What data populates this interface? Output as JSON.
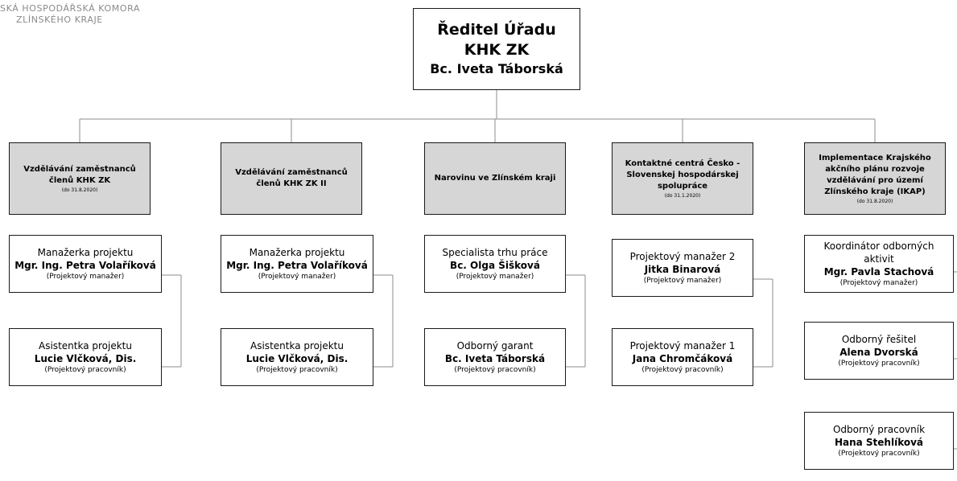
{
  "logo": {
    "line1": "SKÁ HOSPODÁŘSKÁ KOMORA",
    "line2": "ZLÍNSKÉHO KRAJE"
  },
  "director": {
    "title": "Ředitel Úřadu KHK ZK",
    "name": "Bc. Iveta Táborská"
  },
  "projects": [
    {
      "name": "Vzdělávání zaměstnanců členů KHK ZK",
      "date": "(do 31.8.2020)",
      "staff": [
        {
          "role": "Manažerka projektu",
          "name": "Mgr. Ing.  Petra Volaříková",
          "position": "(Projektový manažer)"
        },
        {
          "role": "Asistentka projektu",
          "name": "Lucie Vlčková, Dis.",
          "position": "(Projektový pracovník)"
        }
      ]
    },
    {
      "name": "Vzdělávání zaměstnanců členů KHK ZK II",
      "date": "",
      "staff": [
        {
          "role": "Manažerka projektu",
          "name": "Mgr. Ing.  Petra Volaříková",
          "position": "(Projektový manažer)"
        },
        {
          "role": "Asistentka projektu",
          "name": "Lucie Vlčková, Dis.",
          "position": "(Projektový pracovník)"
        }
      ]
    },
    {
      "name": "Narovinu ve Zlínském kraji",
      "date": "",
      "staff": [
        {
          "role": "Specialista trhu práce",
          "name": "Bc. Olga Šišková",
          "position": "(Projektový manažer)"
        },
        {
          "role": "Odborný garant",
          "name": "Bc. Iveta Táborská",
          "position": "(Projektový pracovník)"
        }
      ]
    },
    {
      "name": "Kontaktné centrá Česko - Slovenskej hospodárskej spolupráce",
      "date": "(do 31.1.2020)",
      "staff": [
        {
          "role": "Projektový manažer 2",
          "name": "Jitka Binarová",
          "position": "(Projektový manažer)"
        },
        {
          "role": "Projektový manažer 1",
          "name": "Jana Chromčáková",
          "position": "(Projektový pracovník)"
        }
      ]
    },
    {
      "name": "Implementace Krajského akčního plánu rozvoje vzdělávání pro území Zlínského kraje (IKAP)",
      "date": "(do 31.8.2020)",
      "staff": [
        {
          "role": "Koordinátor odborných aktivit",
          "name": "Mgr. Pavla Stachová",
          "position": "(Projektový manažer)"
        },
        {
          "role": "Odborný řešitel",
          "name": "Alena Dvorská",
          "position": "(Projektový pracovník)"
        },
        {
          "role": "Odborný pracovník",
          "name": "Hana Stehlíková",
          "position": "(Projektový pracovník)"
        }
      ]
    }
  ],
  "colors": {
    "project_fill": "#d6d6d6",
    "border": "#1a1a1a",
    "connector": "#8c8c8c"
  }
}
